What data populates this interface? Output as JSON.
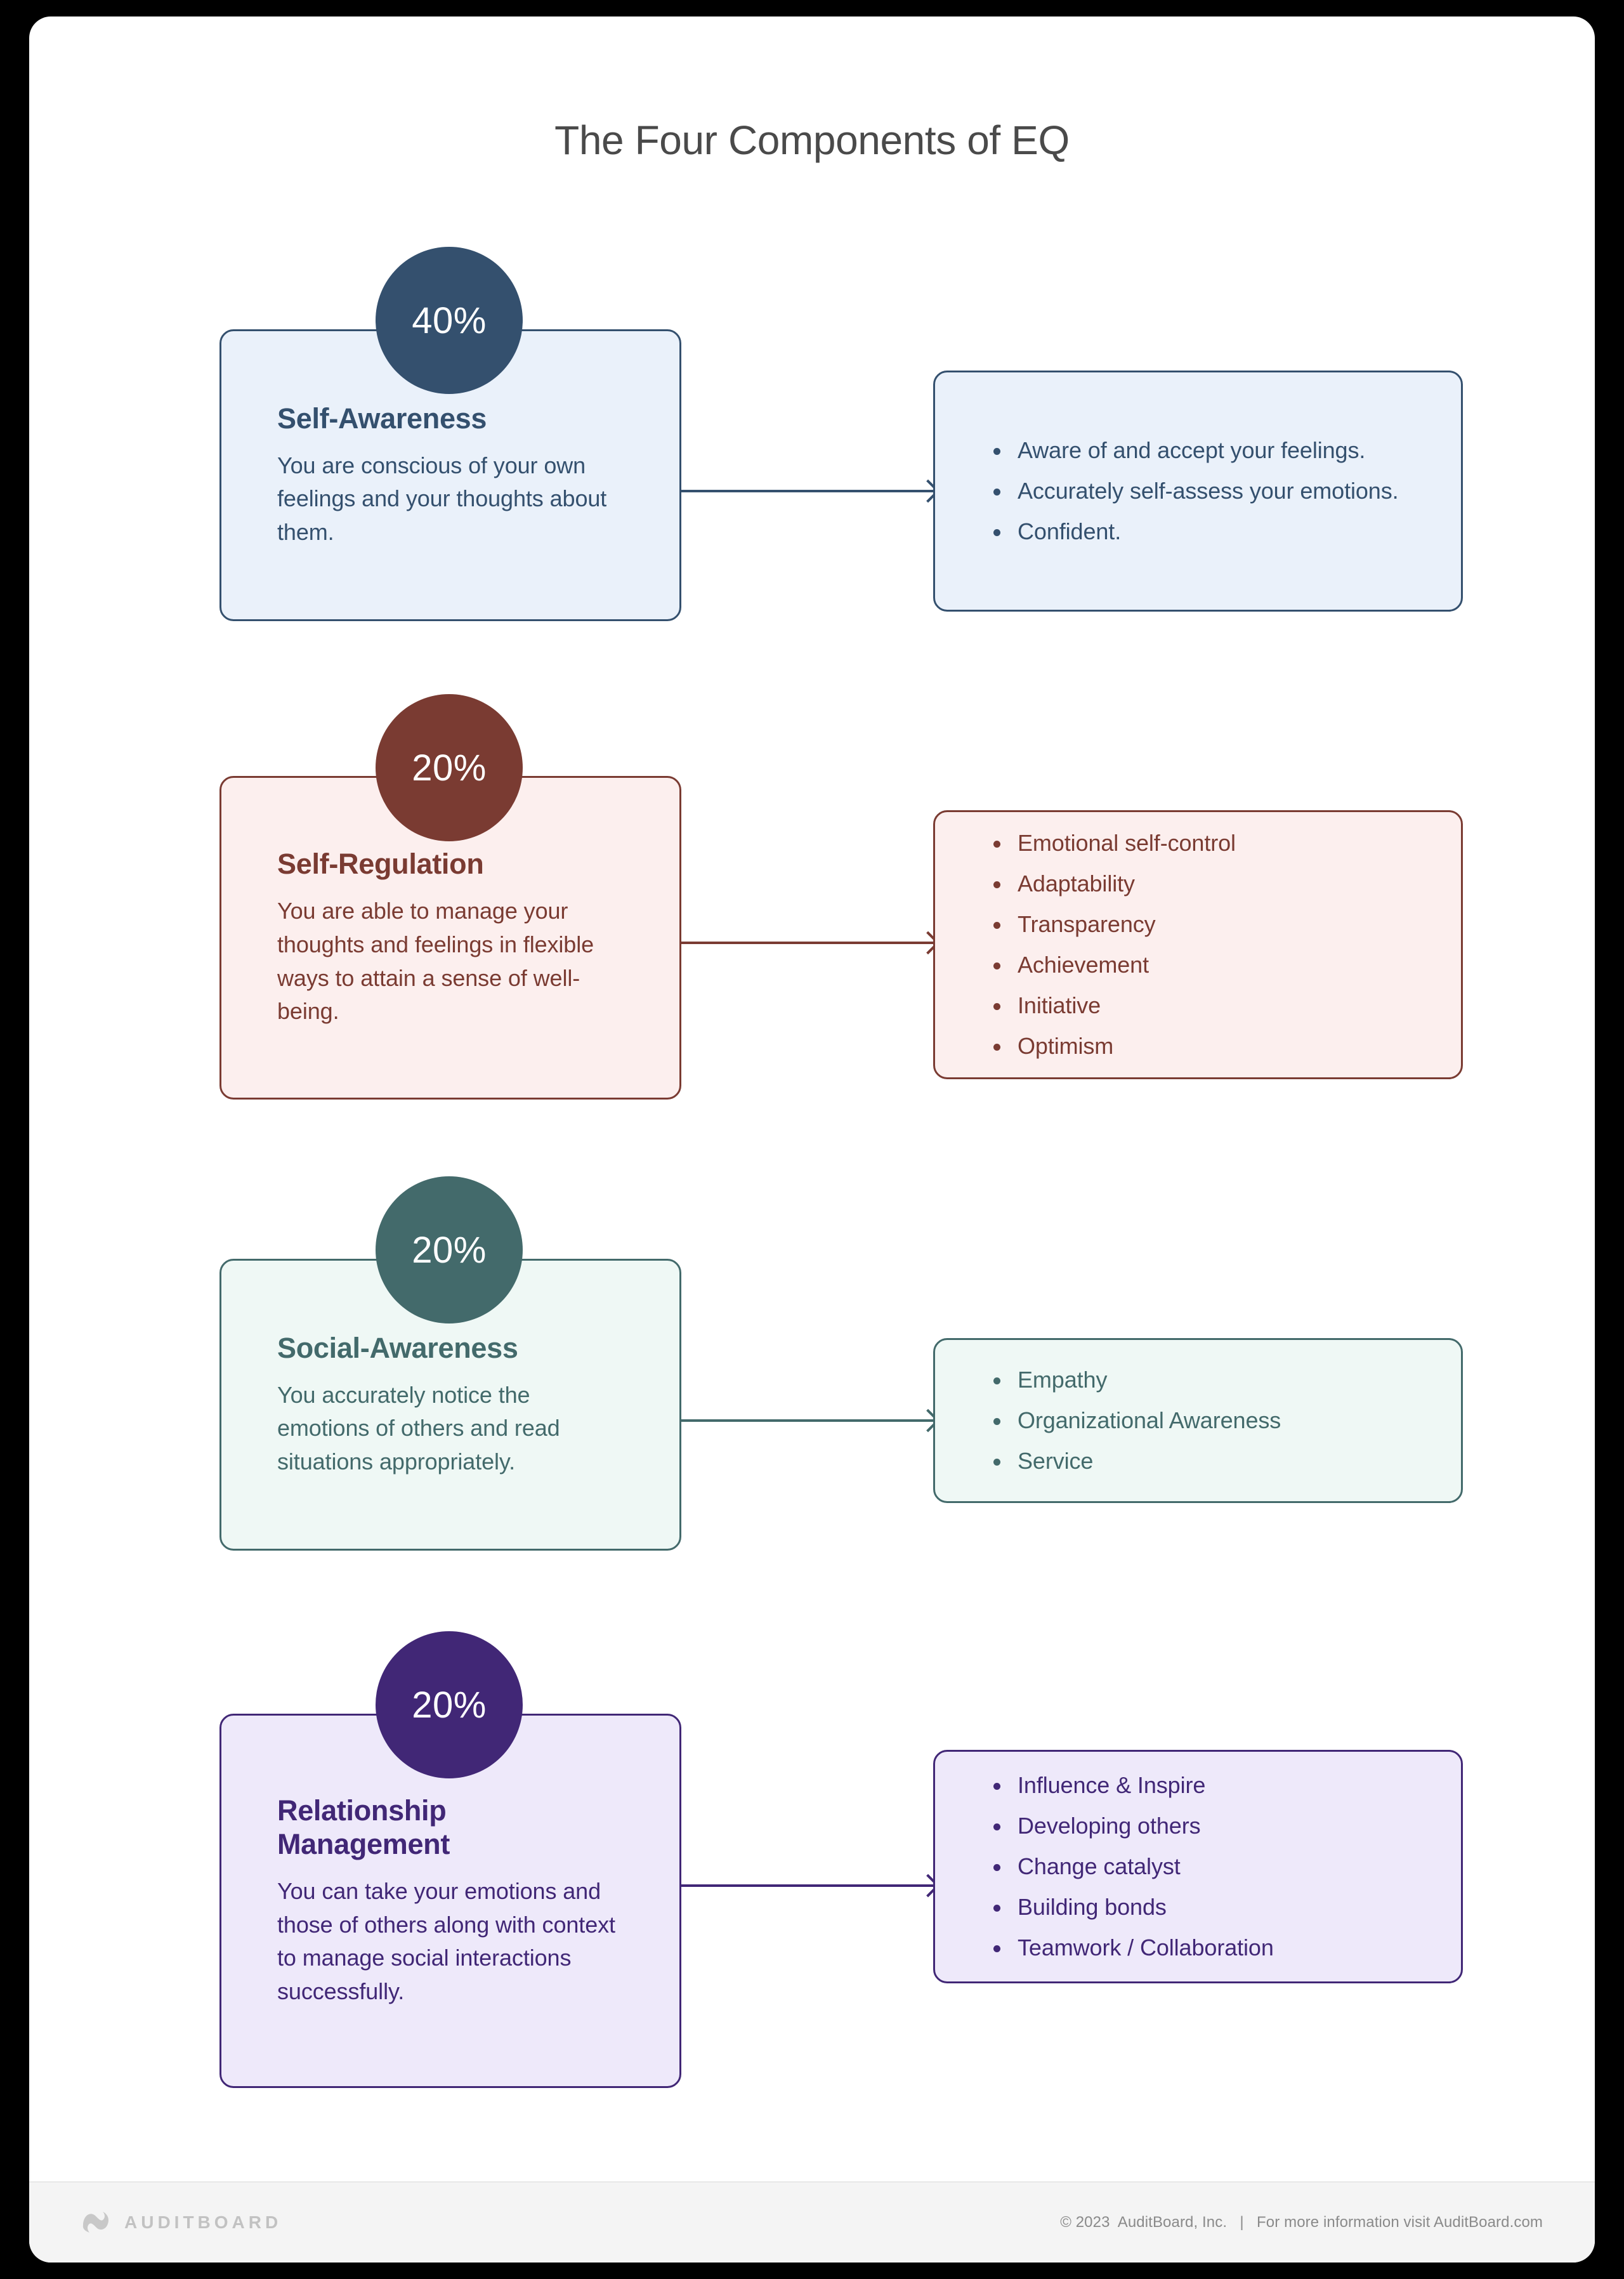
{
  "title": "The Four Components of EQ",
  "palette": {
    "navy": "#34506E",
    "rust": "#7A3B32",
    "teal": "#436A6B",
    "purple": "#412776",
    "navy_tint": "#EAF1FA",
    "rust_tint": "#FCEFEE",
    "teal_tint": "#EFF8F5",
    "purple_tint": "#EEE9FA"
  },
  "chart_data": {
    "type": "pie",
    "title": "The Four Components of EQ",
    "categories": [
      "Self-Awareness",
      "Self-Regulation",
      "Social-Awareness",
      "Relationship Management"
    ],
    "values": [
      40,
      20,
      20,
      20
    ],
    "unit": "%",
    "colors": [
      "#34506E",
      "#7A3B32",
      "#436A6B",
      "#412776"
    ]
  },
  "components": [
    {
      "percent": "40%",
      "name": "Self-Awareness",
      "description": "You are conscious of your own feelings and your thoughts about them.",
      "traits": [
        "Aware of and accept your feelings.",
        "Accurately self-assess your emotions.",
        "Confident."
      ]
    },
    {
      "percent": "20%",
      "name": "Self-Regulation",
      "description": "You are able to manage your thoughts and feelings in flexible ways to attain a sense of well-being.",
      "traits": [
        "Emotional self-control",
        "Adaptability",
        "Transparency",
        "Achievement",
        "Initiative",
        "Optimism"
      ]
    },
    {
      "percent": "20%",
      "name": "Social-Awareness",
      "description": "You accurately notice the emotions of others and read situations appropriately.",
      "traits": [
        "Empathy",
        "Organizational Awareness",
        "Service"
      ]
    },
    {
      "percent": "20%",
      "name": "Relationship Management",
      "description": "You can take your emotions and those of others along with context to manage social interactions successfully.",
      "traits": [
        "Influence & Inspire",
        "Developing others",
        "Change catalyst",
        "Building bonds",
        "Teamwork / Collaboration"
      ]
    }
  ],
  "footer": {
    "brand": "AUDITBOARD",
    "copyright": "© 2023  AuditBoard, Inc.   |   For more information visit AuditBoard.com"
  }
}
